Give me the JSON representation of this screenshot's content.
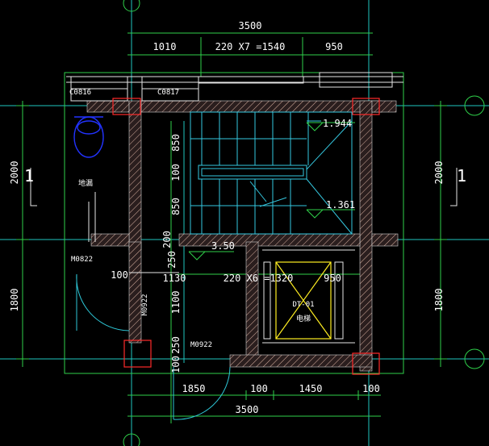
{
  "dimensions": {
    "top_total": "3500",
    "top_seg_1": "1010",
    "top_seg_2": "220 X7 =1540",
    "top_seg_3": "950",
    "bottom_total": "3500",
    "bottom_seg_1": "1850",
    "bottom_seg_2": "100",
    "bottom_seg_3": "1450",
    "bottom_seg_4": "100",
    "left_upper": "2000",
    "left_lower": "1800",
    "right_upper": "2000",
    "right_lower": "1800",
    "inner_v_1": "850",
    "inner_v_2": "100",
    "inner_v_3": "850",
    "inner_v_4": "200",
    "inner_v_5": "250",
    "inner_v_6": "1100",
    "inner_v_7": "250",
    "inner_v_8": "100",
    "mid_h_1": "100",
    "mid_h_2": "1130",
    "mid_h_3": "220 X6 =1320",
    "mid_h_4": "950"
  },
  "labels": {
    "window_1": "C0816",
    "window_2": "C0817",
    "door_1": "M0822",
    "door_2": "M0922",
    "door_3": "M0922",
    "fixture": "地漏",
    "elevator": "DT-01",
    "elevator_sub": "电梯"
  },
  "levels": {
    "level_1": "1.944",
    "level_2": "1.361",
    "level_3": "3.50"
  },
  "grid": {
    "left_mark": "1",
    "right_mark": "1"
  },
  "colors": {
    "axis": "#1fc6c0",
    "extension": "#2fd04a",
    "column": "#ff2a2a",
    "elevator": "#ffee22",
    "toilet": "#2233ff",
    "stair": "#35c8e0"
  }
}
